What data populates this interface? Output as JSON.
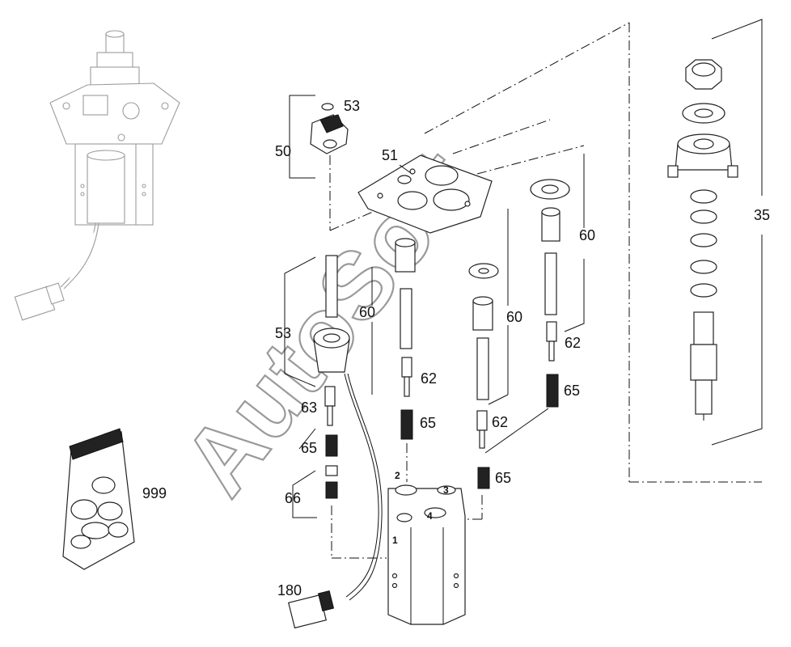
{
  "watermark": "AutoSoft",
  "labels": {
    "l53_top": "53",
    "l50": "50",
    "l51": "51",
    "l35": "35",
    "l60_right": "60",
    "l53_mid": "53",
    "l60_left": "60",
    "l60_center": "60",
    "l62_right": "62",
    "l62_mid": "62",
    "l65_right": "65",
    "l63": "63",
    "l65_mid": "65",
    "l62_lower": "62",
    "l65_left": "65",
    "l65_lower": "65",
    "l66": "66",
    "l999": "999",
    "l180": "180"
  },
  "port_numbers": {
    "p1": "1",
    "p2": "2",
    "p3": "3",
    "p4": "4"
  }
}
